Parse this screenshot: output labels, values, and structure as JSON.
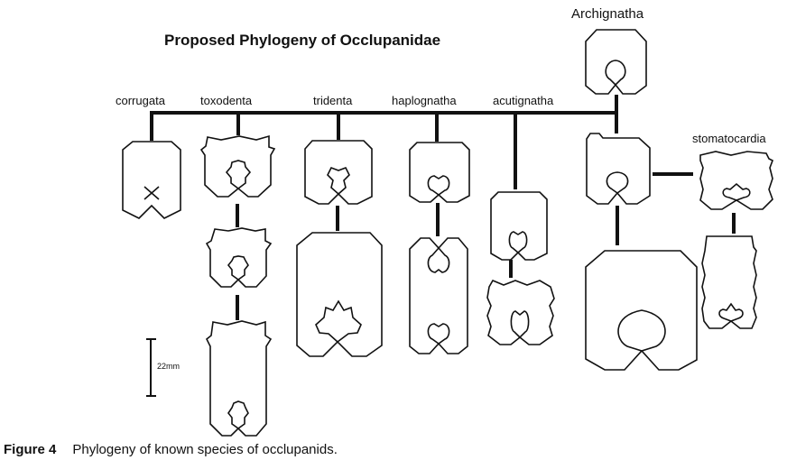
{
  "diagram": {
    "title": "Proposed Phylogeny of Occlupanidae",
    "root_label": "Archignatha",
    "taxa": [
      {
        "key": "corrugata",
        "label": "corrugata"
      },
      {
        "key": "toxodenta",
        "label": "toxodenta"
      },
      {
        "key": "tridenta",
        "label": "tridenta"
      },
      {
        "key": "haplognatha",
        "label": "haplognatha"
      },
      {
        "key": "acutignatha",
        "label": "acutignatha"
      },
      {
        "key": "stomatocardia",
        "label": "stomatocardia"
      }
    ],
    "scale_bar_label": "22mm"
  },
  "caption": {
    "figure_number": "Figure 4",
    "text": "Phylogeny of known species of occlupanids."
  }
}
